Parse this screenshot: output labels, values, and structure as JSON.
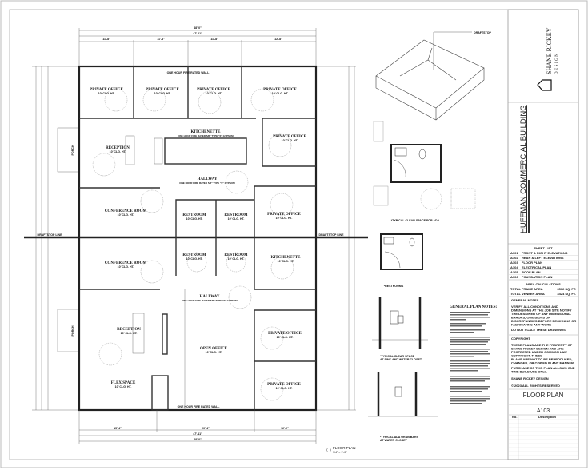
{
  "floor_plan": {
    "title": "FLOOR PLAN",
    "scale": "1/4\" = 1'-0\"",
    "rooms_top": [
      {
        "label": "PRIVATE OFFICE",
        "sub": "10' CLG. HT."
      },
      {
        "label": "PRIVATE OFFICE",
        "sub": "10' CLG. HT."
      },
      {
        "label": "PRIVATE OFFICE",
        "sub": "10' CLG. HT."
      },
      {
        "label": "PRIVATE OFFICE",
        "sub": "10' CLG. HT."
      },
      {
        "label": "PRIVATE OFFICE",
        "sub": "10' CLG. HT."
      },
      {
        "label": "KITCHENETTE",
        "sub": "ONE HOUR FIRE RATED 5/8\" TYPE \"X\" GYPSUM"
      },
      {
        "label": "RECEPTION",
        "sub": "10' CLG. HT."
      },
      {
        "label": "HALLWAY",
        "sub": "ONE HOUR FIRE RATED 5/8\" TYPE \"X\" GYPSUM"
      },
      {
        "label": "CONFERENCE ROOM",
        "sub": "10' CLG. HT."
      },
      {
        "label": "RESTROOM",
        "sub": "10' CLG. HT."
      },
      {
        "label": "RESTROOM",
        "sub": "10' CLG. HT."
      },
      {
        "label": "PRIVATE OFFICE",
        "sub": "10' CLG. HT."
      }
    ],
    "rooms_bottom": [
      {
        "label": "CONFERENCE ROOM",
        "sub": "10' CLG. HT."
      },
      {
        "label": "RESTROOM",
        "sub": "10' CLG. HT."
      },
      {
        "label": "RESTROOM",
        "sub": "10' CLG. HT."
      },
      {
        "label": "KITCHENETTE",
        "sub": "10' CLG. HT."
      },
      {
        "label": "HALLWAY",
        "sub": "ONE HOUR FIRE RATED 5/8\" TYPE \"X\" GYPSUM"
      },
      {
        "label": "RECEPTION",
        "sub": "10' CLG. HT."
      },
      {
        "label": "OPEN OFFICE",
        "sub": "10' CLG. HT."
      },
      {
        "label": "PRIVATE OFFICE",
        "sub": "10' CLG. HT."
      },
      {
        "label": "PRIVATE OFFICE",
        "sub": "10' CLG. HT."
      },
      {
        "label": "FLEX SPACE",
        "sub": "10' CLG. HT."
      }
    ],
    "porch": "PORCH",
    "fire_wall": "ONE HOUR FIRE RATED WALL",
    "draftstop_line": "DRAFTSTOP LINE",
    "dims_top": {
      "overall": "48'-0\"",
      "inner": "47'-11\"",
      "segments": [
        "11'-8\"",
        "11'-8\"",
        "11'-8\"",
        "12'-8\""
      ]
    },
    "dims_bottom": {
      "overall": "48'-0\"",
      "inner": "47'-11\"",
      "segments": [
        "15'-4\"",
        "20'-4\"",
        "12'-2\""
      ]
    }
  },
  "details": {
    "draftstop": "DRAFTSTOP",
    "ada_clear_space": "*TYPICAL CLEAR SPACE FOR ADA",
    "restrooms": "*RESTROOMS",
    "sink_wc": [
      "*TYPICAL CLEAR SPACE",
      "AT SINK AND WATER CLOSET"
    ],
    "grab_bars": [
      "*TYPICAL ADA GRAB BARS",
      "AT WATER CLOSET"
    ],
    "general_plan_notes": "GENERAL PLAN NOTES:"
  },
  "title_block": {
    "company_line1": "SHANE RICKEY",
    "company_line2": "DESIGN",
    "project_name": "HUFFMAN COMMERCIAL BUILDING",
    "sheet_list_title": "SHEET LIST",
    "sheets": [
      {
        "no": "A101",
        "name": "FRONT & RIGHT ELEVATIONS"
      },
      {
        "no": "A102",
        "name": "REAR & LEFT ELEVATIONS"
      },
      {
        "no": "A103",
        "name": "FLOOR PLAN"
      },
      {
        "no": "A104",
        "name": "ELECTRICAL PLAN"
      },
      {
        "no": "A105",
        "name": "ROOF PLAN"
      },
      {
        "no": "A106",
        "name": "FOUNDATION PLAN"
      }
    ],
    "area_title": "AREA CALCULATIONS",
    "areas": [
      {
        "name": "TOTAL FRAME AREA",
        "value": "3502 SQ. FT."
      },
      {
        "name": "TOTAL VENEER AREA",
        "value": "3424 SQ. FT."
      }
    ],
    "general_notes_title": "GENERAL NOTES",
    "general_notes": [
      "VERIFY ALL CONDITIONS AND",
      "DIMENSIONS AT THE JOB SITE NOTIFY",
      "THE DESIGNER OF ANY DIMENSIONAL",
      "ERRORS, OMISSIONS OR",
      "DISCREPANCIES BEFORE BEGINNING OR",
      "FABRICATING ANY WORK"
    ],
    "do_not_scale": "DO NOT SCALE THESE DRAWINGS.",
    "copyright_title": "COPYRIGHT",
    "copyright": [
      "THESE PLANS ARE THE PROPERTY OF",
      "SHANE RICKEY DESIGN AND ARE",
      "PROTECTED UNDER COMMON LAW",
      "COPYRIGHT. THESE",
      "PLANS ARE NOT TO BE REPRODUCED,",
      "CHANGED, OR COPIED IN ANY MANNER."
    ],
    "purchase": [
      "PURCHASE OF THIS PLAN ALLOWS ONE",
      "TIME BUILD/USE ONLY."
    ],
    "company_footer": "SHANE RICKEY DESIGN",
    "rights": "© 2023 ALL RIGHTS RESERVED",
    "sheet_title": "FLOOR PLAN",
    "sheet_number": "A103",
    "revision_headers": {
      "no": "No.",
      "description": "Description"
    }
  }
}
